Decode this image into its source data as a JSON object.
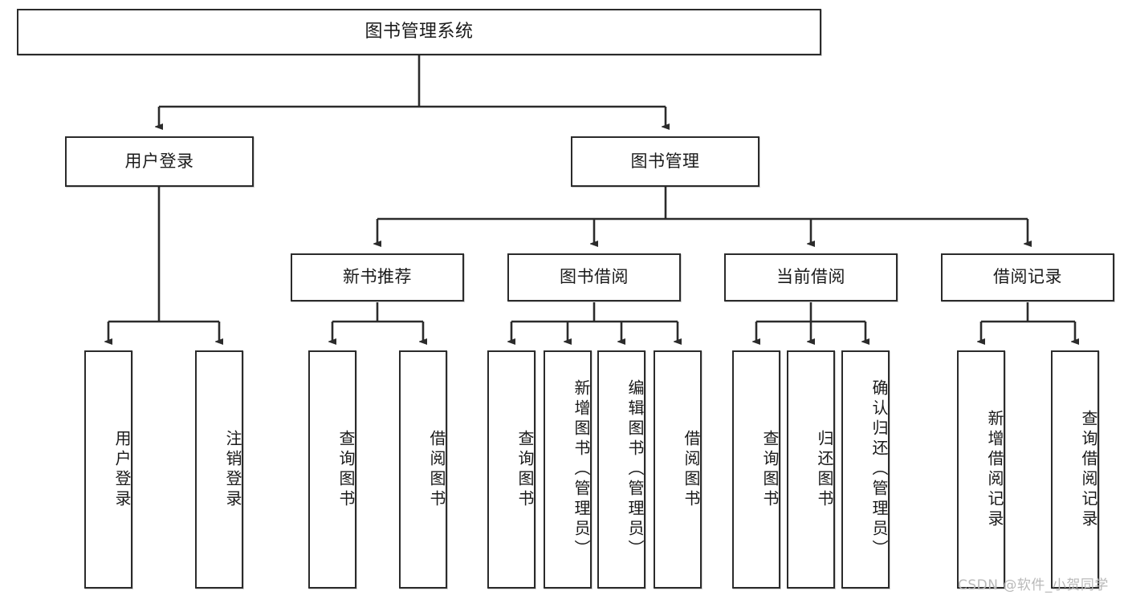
{
  "diagram": {
    "title": "图书管理系统",
    "type": "tree",
    "watermark": "CSDN @软件_小贺同学",
    "colors": {
      "box_border": "#2b2b2b",
      "box_fill": "#ffffff",
      "line": "#2b2b2b",
      "text": "#1a1a1a",
      "watermark": "#b9b9b9",
      "background": "#ffffff"
    },
    "root": {
      "label": "图书管理系统"
    },
    "level2": [
      {
        "label": "用户登录"
      },
      {
        "label": "图书管理"
      }
    ],
    "level3": [
      {
        "label": "新书推荐"
      },
      {
        "label": "图书借阅"
      },
      {
        "label": "当前借阅"
      },
      {
        "label": "借阅记录"
      }
    ],
    "leaves": {
      "user_login": [
        {
          "label": "用户登录"
        },
        {
          "label": "注销登录"
        }
      ],
      "new_book": [
        {
          "label": "查询图书"
        },
        {
          "label": "借阅图书"
        }
      ],
      "book_borrow": [
        {
          "label": "查询图书"
        },
        {
          "label": "新增图书（管理员）"
        },
        {
          "label": "编辑图书（管理员）"
        },
        {
          "label": "借阅图书"
        }
      ],
      "current_borrow": [
        {
          "label": "查询图书"
        },
        {
          "label": "归还图书"
        },
        {
          "label": "确认归还（管理员）"
        }
      ],
      "borrow_record": [
        {
          "label": "新增借阅记录"
        },
        {
          "label": "查询借阅记录"
        }
      ]
    }
  }
}
